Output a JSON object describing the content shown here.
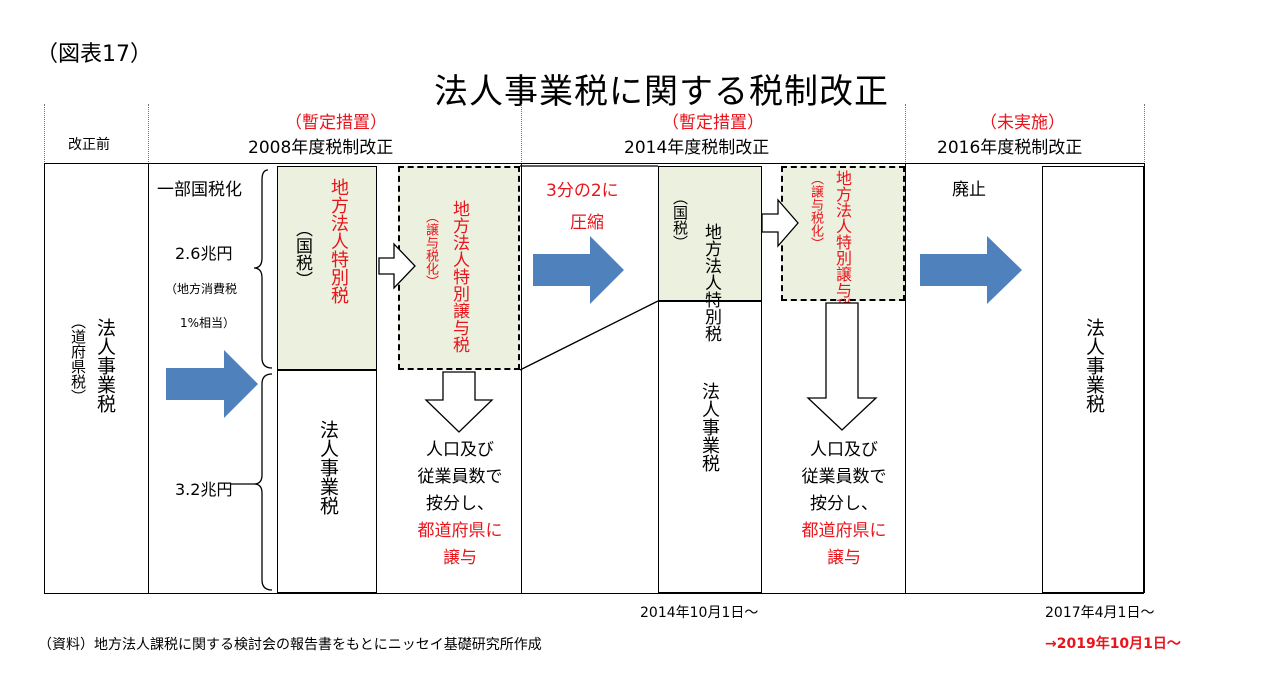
{
  "figure_label": "（図表17）",
  "title": "法人事業税に関する税制改正",
  "columns": {
    "before": {
      "header": "改正前"
    },
    "y2008": {
      "note": "（暫定措置）",
      "header": "2008年度税制改正"
    },
    "y2014": {
      "note": "（暫定措置）",
      "header": "2014年度税制改正"
    },
    "y2016": {
      "note": "（未実施）",
      "header": "2016年度税制改正"
    }
  },
  "before": {
    "tax_name": "法人事業税",
    "tax_sub": "（道府県税）"
  },
  "y2008": {
    "partial_national": "一部国税化",
    "amount_national": "2.6兆円",
    "amount_note1": "（地方消費税",
    "amount_note2": "1%相当）",
    "amount_local": "3.2兆円",
    "special_tax": "地方法人特別税",
    "special_tax_sub": "（国税）",
    "transfer_tax": "地方法人特別譲与税",
    "transfer_tax_sub": "（譲与税化）",
    "remaining_tax": "法人事業税",
    "allocation": [
      "人口及び",
      "従業員数で",
      "按分し、"
    ],
    "allocation_red": [
      "都道府県に",
      "譲与"
    ]
  },
  "y2014": {
    "compress_1": "3分の2に",
    "compress_2": "圧縮",
    "special_tax": "地方法人特別税",
    "special_tax_sub": "（国税）",
    "transfer_tax": "地方法人特別譲与税",
    "transfer_tax_sub": "（譲与税化）",
    "remaining_tax": "法人事業税",
    "allocation": [
      "人口及び",
      "従業員数で",
      "按分し、"
    ],
    "allocation_red": [
      "都道府県に",
      "譲与"
    ],
    "date": "2014年10月1日～"
  },
  "y2016": {
    "abolished": "廃止",
    "tax_name": "法人事業税",
    "date": "2017年4月1日～",
    "date_revised": "→2019年10月1日～"
  },
  "source": "（資料）地方法人課税に関する検討会の報告書をもとにニッセイ基礎研究所作成",
  "colors": {
    "accent_red": "#e8141b",
    "arrow_blue": "#4f81bd",
    "box_green": "#ebf1de"
  }
}
